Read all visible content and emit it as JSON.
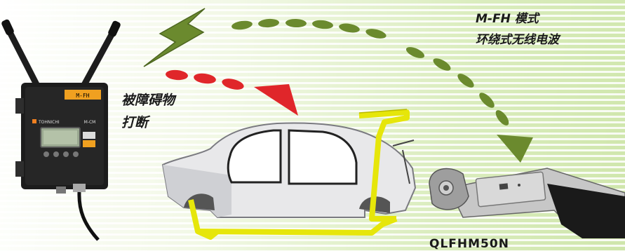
{
  "labels": {
    "mfh_line1": "M-FH 模式",
    "mfh_line2": "环绕式无线电波",
    "blocked_line1": "被障碍物",
    "blocked_line2": "打断",
    "model": "QLFHM50N"
  },
  "device": {
    "tag_text": "M-FH",
    "logo_text": "TOHNICHI",
    "mode_text": "M-CM"
  },
  "colors": {
    "wave_green": "#6b8a2e",
    "wave_red": "#e0262a",
    "bracket_yellow": "#e6e60a"
  }
}
